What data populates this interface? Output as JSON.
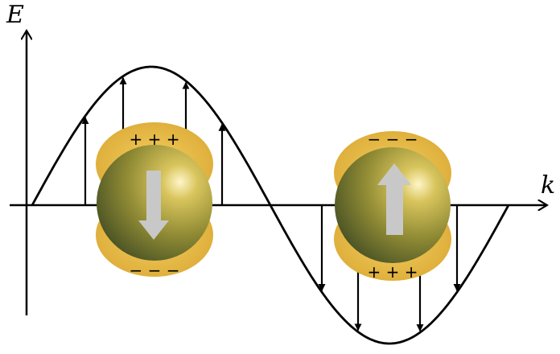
{
  "axes": {
    "y_label": "E",
    "x_label": "k"
  },
  "particles": [
    {
      "name": "left-nanoparticle",
      "top_charges": "+ + +",
      "bottom_charges": "− − −",
      "dipole_direction": "down",
      "arrow_icon": "down-arrow-icon"
    },
    {
      "name": "right-nanoparticle",
      "top_charges": "− − −",
      "bottom_charges": "+ + +",
      "dipole_direction": "up",
      "arrow_icon": "up-arrow-icon"
    }
  ],
  "colors": {
    "sphere": "#c9b13c",
    "charge_cloud": "#e7b93f",
    "dipole_arrow": "#c8c8c8",
    "lines": "#000000"
  }
}
